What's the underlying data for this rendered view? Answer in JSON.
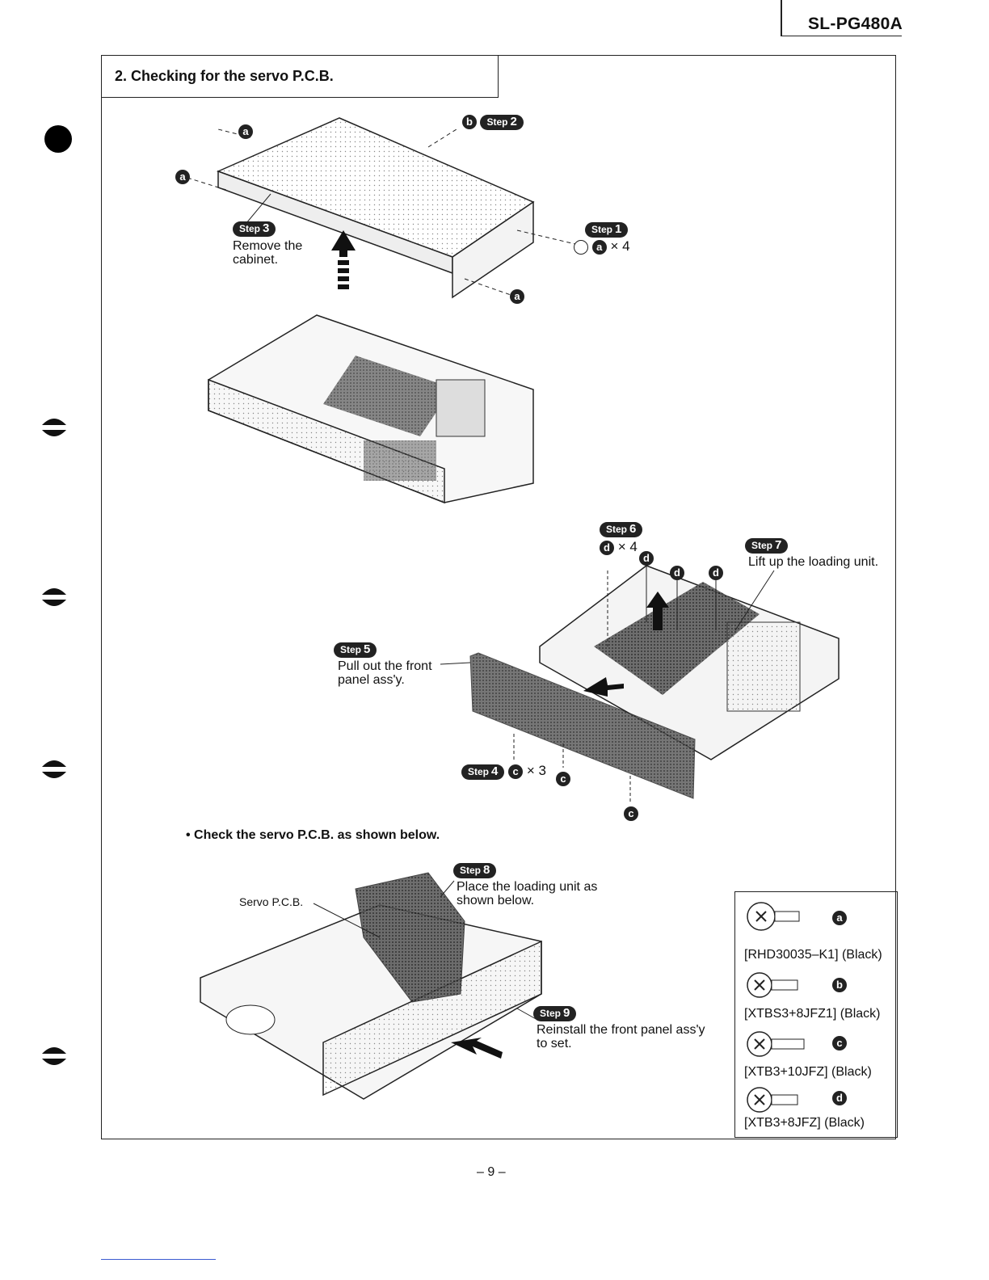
{
  "header": {
    "model": "SL-PG480A"
  },
  "section": {
    "title": "2. Checking for the servo P.C.B."
  },
  "steps": {
    "step1": {
      "label": "Step",
      "num": "1",
      "qty": "× 4",
      "letter": "a"
    },
    "step2": {
      "label": "Step",
      "num": "2",
      "letter": "b"
    },
    "step3": {
      "label": "Step",
      "num": "3",
      "line1": "Remove the",
      "line2": "cabinet."
    },
    "step4": {
      "label": "Step",
      "num": "4",
      "qty": "× 3",
      "letter": "c"
    },
    "step5": {
      "label": "Step",
      "num": "5",
      "line1": "Pull out the front",
      "line2": "panel ass'y."
    },
    "step6": {
      "label": "Step",
      "num": "6",
      "qty": "× 4",
      "letter": "d"
    },
    "step7": {
      "label": "Step",
      "num": "7",
      "text": "Lift up the loading unit."
    },
    "step8": {
      "label": "Step",
      "num": "8",
      "line1": "Place the loading unit as",
      "line2": "shown below."
    },
    "step9": {
      "label": "Step",
      "num": "9",
      "line1": "Reinstall the front panel ass'y",
      "line2": "to set."
    }
  },
  "markers": {
    "a": "a",
    "b": "b",
    "c": "c",
    "d": "d"
  },
  "check_note": "• Check the servo P.C.B. as shown below.",
  "servo_label": "Servo P.C.B.",
  "legend": [
    {
      "letter": "a",
      "code": "[RHD30035–K1]",
      "color": "(Black)"
    },
    {
      "letter": "b",
      "code": "[XTBS3+8JFZ1]",
      "color": "(Black)"
    },
    {
      "letter": "c",
      "code": "[XTB3+10JFZ]",
      "color": "(Black)"
    },
    {
      "letter": "d",
      "code": "[XTB3+8JFZ]",
      "color": "(Black)"
    }
  ],
  "footer": {
    "page": "– 9 –"
  }
}
